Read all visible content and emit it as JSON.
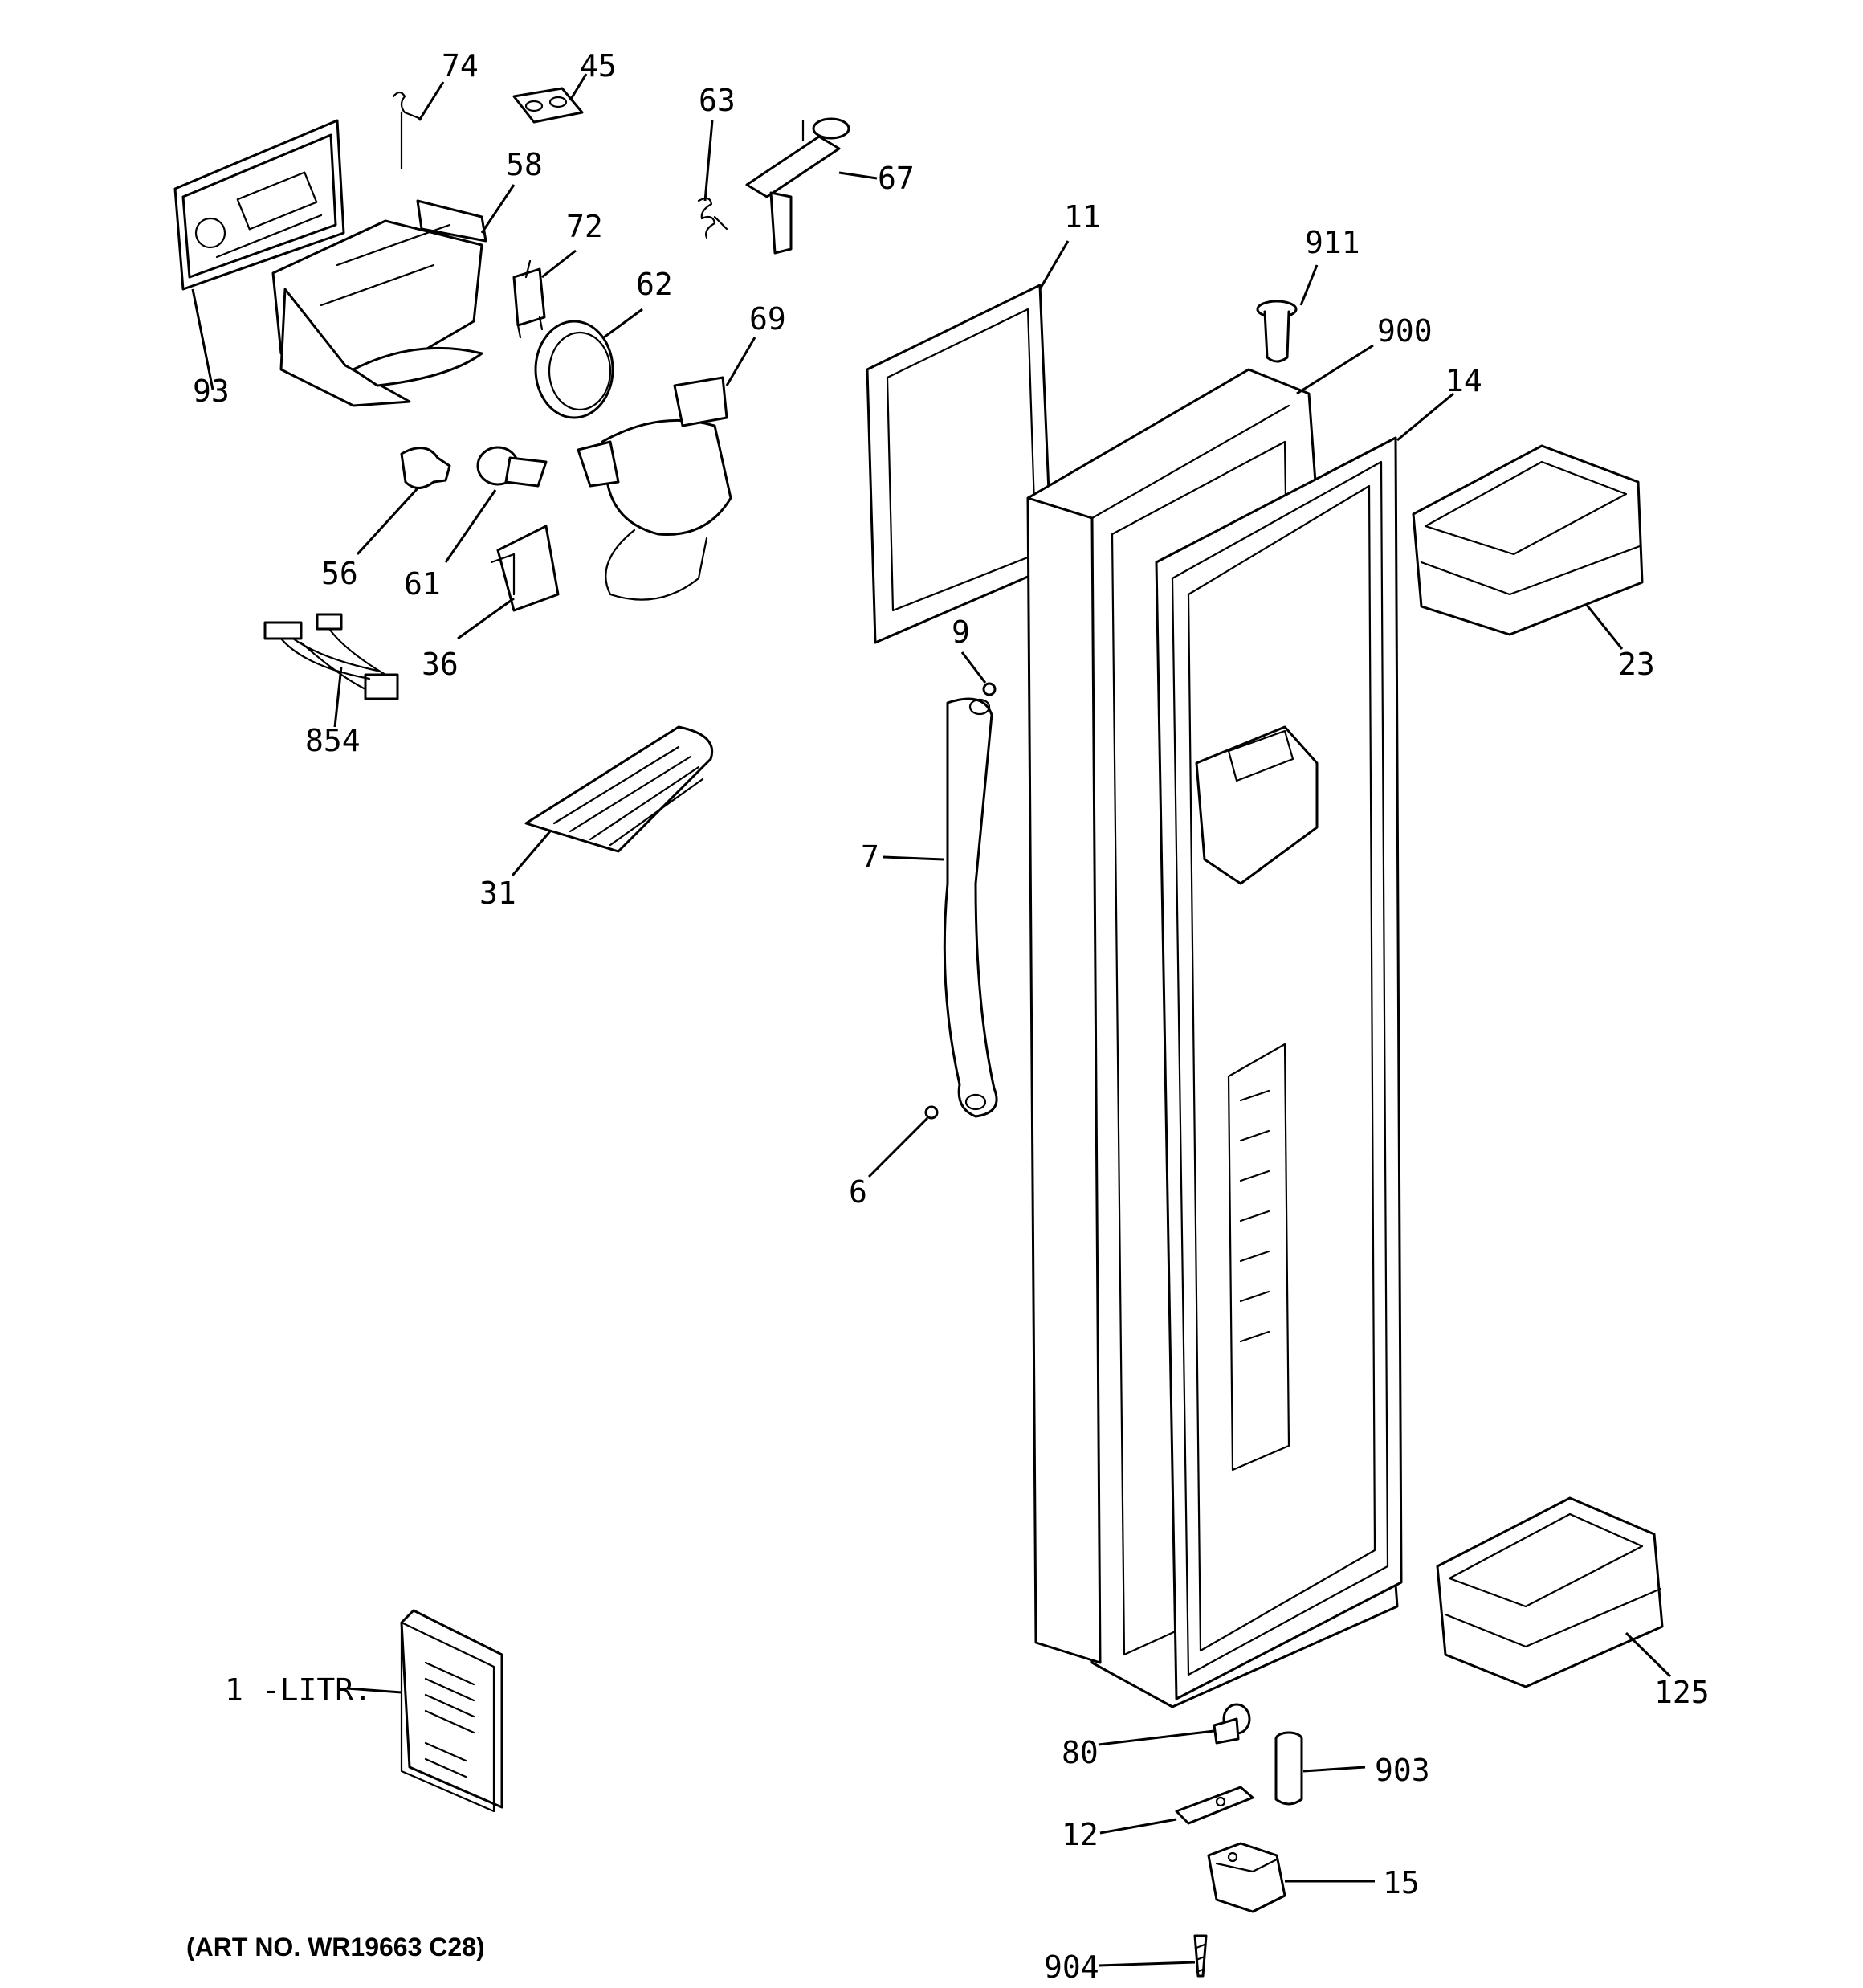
{
  "diagram": {
    "art_number": "(ART NO. WR19663 C28)",
    "callouts": {
      "p74": "74",
      "p45": "45",
      "p63": "63",
      "p67": "67",
      "p58": "58",
      "p72": "72",
      "p62": "62",
      "p69": "69",
      "p93": "93",
      "p56": "56",
      "p61": "61",
      "p36": "36",
      "p854": "854",
      "p31": "31",
      "p11": "11",
      "p911": "911",
      "p900": "900",
      "p14": "14",
      "p23": "23",
      "p9": "9",
      "p7": "7",
      "p6": "6",
      "p1": "1 -LITR.",
      "p125": "125",
      "p80": "80",
      "p903": "903",
      "p12": "12",
      "p15": "15",
      "p904": "904"
    }
  }
}
